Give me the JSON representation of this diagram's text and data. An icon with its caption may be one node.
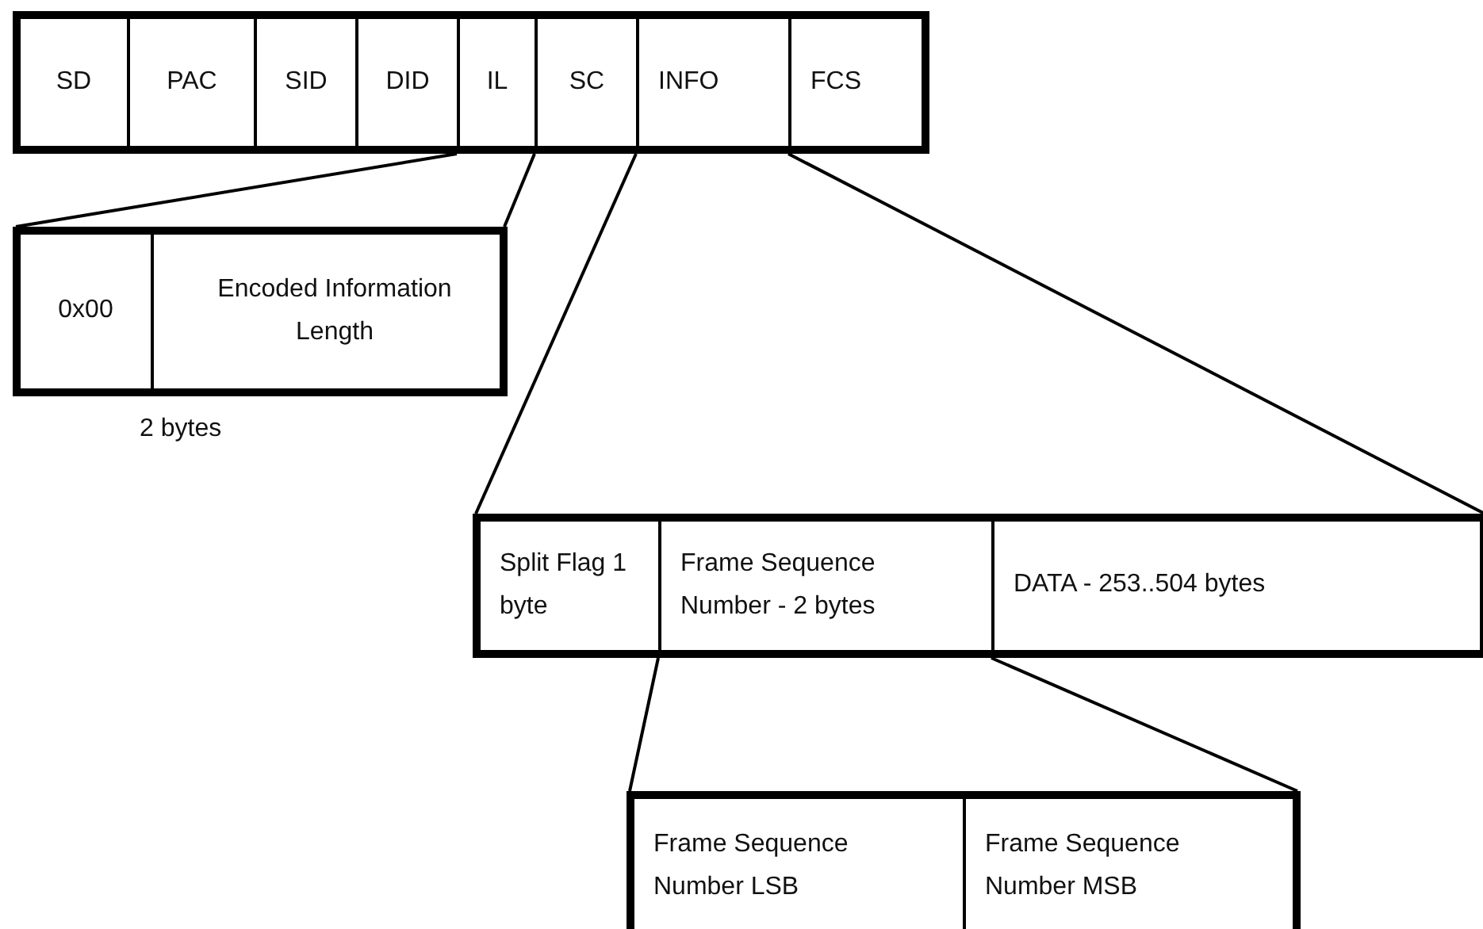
{
  "diagram": {
    "nodes": [
      {
        "text": [],
        "shape": "box"
      },
      {
        "text": [
          "SD"
        ],
        "in": 0
      },
      {
        "text": [
          "PAC"
        ],
        "in": 0
      },
      {
        "text": [
          "SID"
        ],
        "in": 0
      },
      {
        "text": [
          "DID"
        ],
        "in": 0
      },
      {
        "text": [
          "IL"
        ],
        "in": 0
      },
      {
        "text": [
          "SC"
        ],
        "in": 0
      },
      {
        "text": [
          "INFO"
        ],
        "in": 0
      },
      {
        "text": [
          "FCS"
        ],
        "in": 0
      },
      {
        "text": [],
        "shape": "box",
        "beside": [
          "2 bytes"
        ]
      },
      {
        "text": [
          "0x00"
        ],
        "in": 9
      },
      {
        "text": [
          "Encoded Information Length"
        ],
        "in": 9
      },
      {
        "text": [],
        "shape": "box"
      },
      {
        "text": [
          "Split Flag 1 byte"
        ],
        "in": 12
      },
      {
        "text": [
          "Frame Sequence Number - 2 bytes"
        ],
        "in": 12
      },
      {
        "text": [
          "DATA - 253..504 bytes"
        ],
        "in": 12
      },
      {
        "text": [],
        "shape": "box"
      },
      {
        "text": [
          "Frame Sequence Number LSB"
        ],
        "in": 16
      },
      {
        "text": [
          "Frame Sequence Number MSB"
        ],
        "in": 16
      }
    ],
    "edges": [
      {
        "from": 5,
        "to": 9,
        "arrow": "none"
      },
      {
        "from": 5,
        "to": 9,
        "arrow": "none"
      },
      {
        "from": 7,
        "to": 12,
        "arrow": "none"
      },
      {
        "from": 7,
        "to": 12,
        "arrow": "none"
      },
      {
        "from": 14,
        "to": 16,
        "arrow": "none"
      },
      {
        "from": 14,
        "to": 16,
        "arrow": "none"
      }
    ]
  }
}
